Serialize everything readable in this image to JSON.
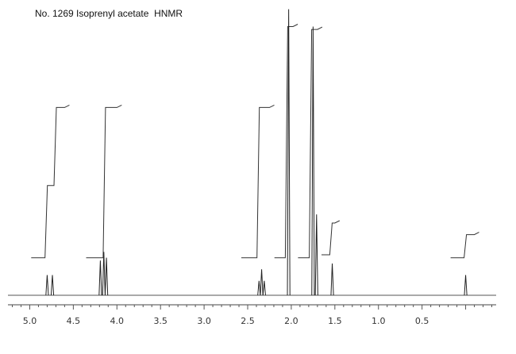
{
  "chart_data": {
    "type": "line",
    "title": "No. 1269 Isoprenyl acetate  HNMR",
    "xlabel": "",
    "ylabel": "",
    "xlim": [
      5.25,
      -0.35
    ],
    "ylim": [
      0,
      1.0
    ],
    "x_reversed": true,
    "grid": false,
    "ticks": [
      {
        "value": 5.0,
        "label": "5.0"
      },
      {
        "value": 4.5,
        "label": "4.5"
      },
      {
        "value": 4.0,
        "label": "4.0"
      },
      {
        "value": 3.5,
        "label": "3.5"
      },
      {
        "value": 3.0,
        "label": "3.0"
      },
      {
        "value": 2.5,
        "label": "2.5"
      },
      {
        "value": 2.0,
        "label": "2.0"
      },
      {
        "value": 1.5,
        "label": "1.5"
      },
      {
        "value": 1.0,
        "label": "1.0"
      },
      {
        "value": 0.5,
        "label": "0.5"
      }
    ],
    "peaks": [
      {
        "ppm": 4.8,
        "height": 0.07
      },
      {
        "ppm": 4.74,
        "height": 0.07
      },
      {
        "ppm": 4.19,
        "height": 0.12
      },
      {
        "ppm": 4.15,
        "height": 0.15
      },
      {
        "ppm": 4.12,
        "height": 0.13
      },
      {
        "ppm": 2.37,
        "height": 0.05
      },
      {
        "ppm": 2.34,
        "height": 0.09
      },
      {
        "ppm": 2.31,
        "height": 0.05
      },
      {
        "ppm": 2.03,
        "height": 0.99
      },
      {
        "ppm": 1.75,
        "height": 0.93
      },
      {
        "ppm": 1.71,
        "height": 0.28
      },
      {
        "ppm": 1.53,
        "height": 0.11
      },
      {
        "ppm": 0.0,
        "height": 0.07
      }
    ],
    "integrals": [
      {
        "from": 4.91,
        "to": 4.6,
        "steps": [
          0.13,
          0.38,
          0.65
        ]
      },
      {
        "from": 4.28,
        "to": 4.0,
        "steps": [
          0.13,
          0.65
        ]
      },
      {
        "from": 2.5,
        "to": 2.25,
        "steps": [
          0.13,
          0.65
        ]
      },
      {
        "from": 2.12,
        "to": 1.98,
        "steps": [
          0.13,
          0.93
        ]
      },
      {
        "from": 1.85,
        "to": 1.7,
        "steps": [
          0.13,
          0.92
        ]
      },
      {
        "from": 1.58,
        "to": 1.5,
        "steps": [
          0.14,
          0.25
        ]
      },
      {
        "from": 0.1,
        "to": -0.1,
        "steps": [
          0.13,
          0.21
        ]
      }
    ]
  }
}
